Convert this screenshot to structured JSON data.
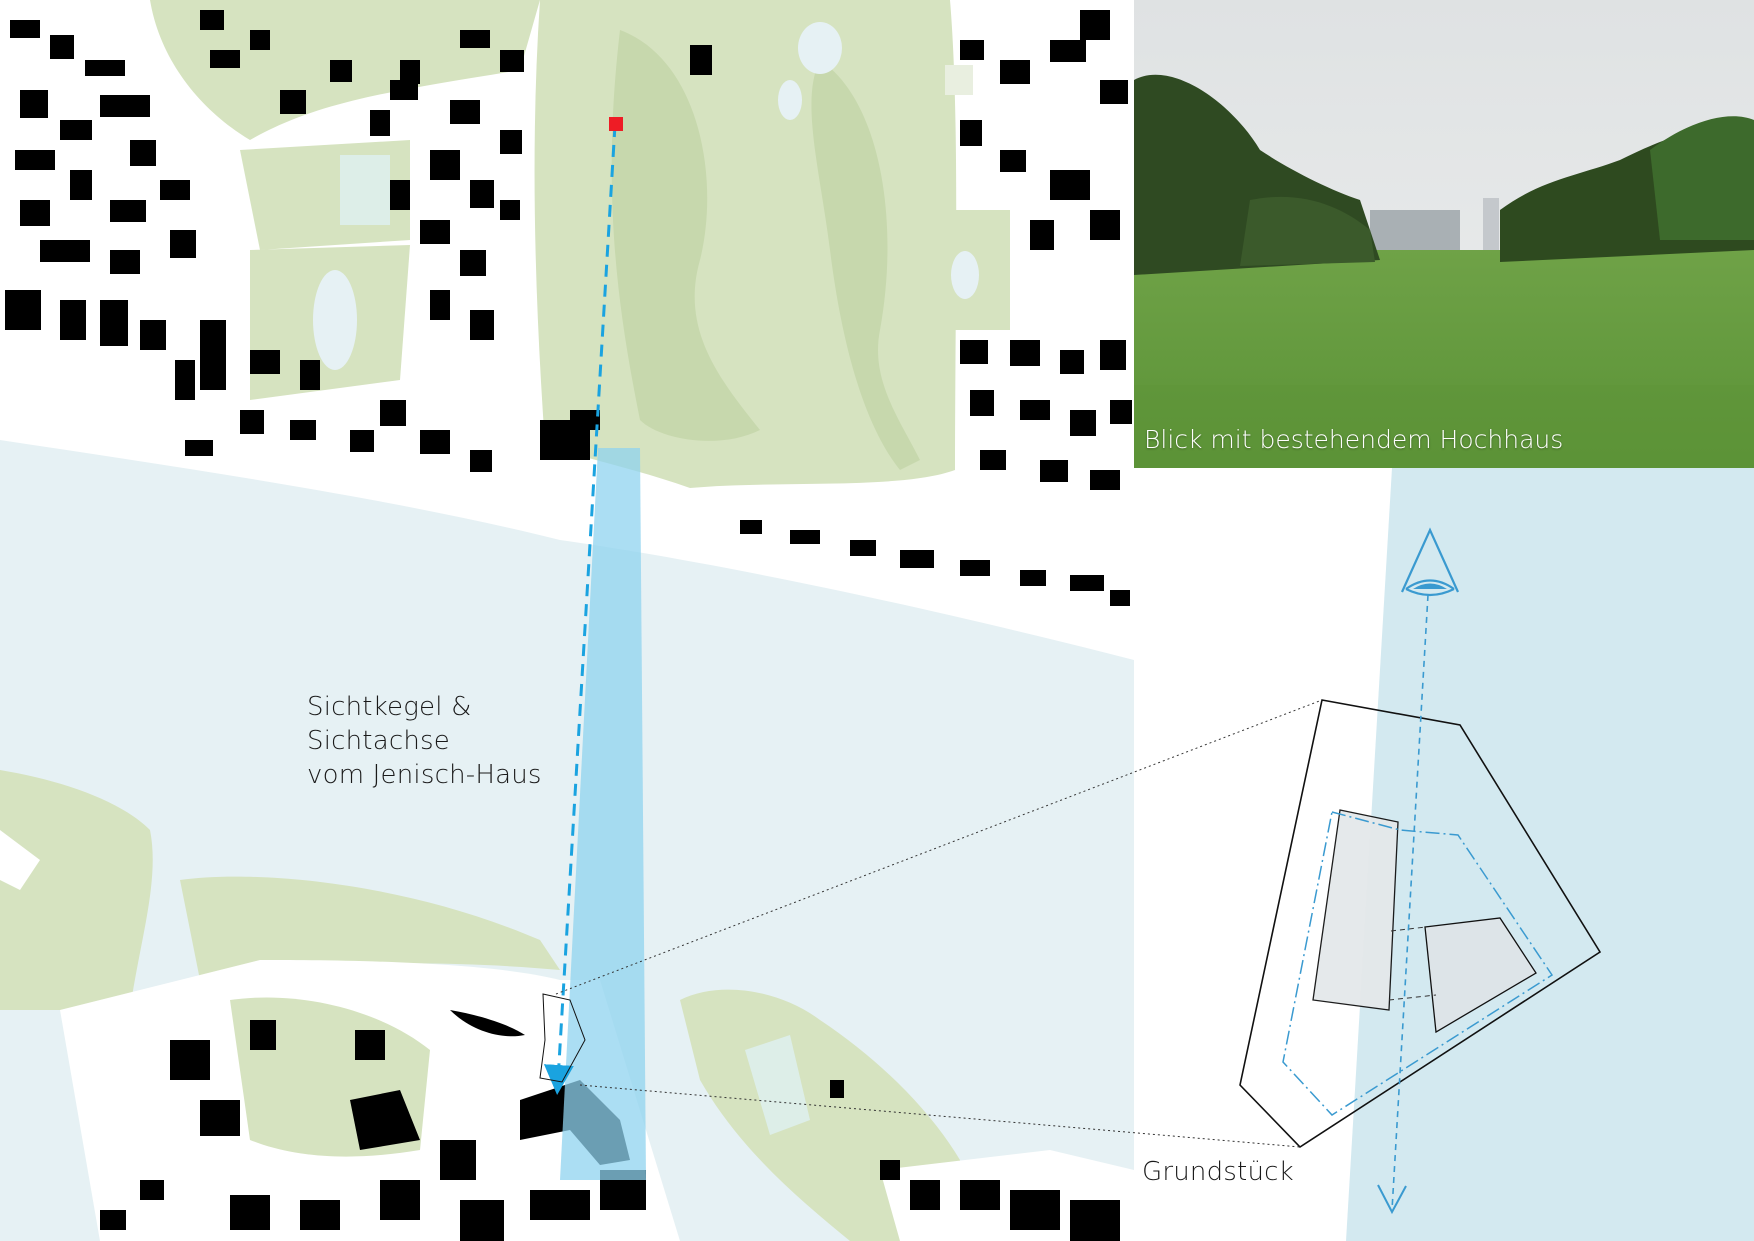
{
  "labels": {
    "cone_line1": "Sichtkegel &",
    "cone_line2": "Sichtachse",
    "cone_line3": "vom Jenisch-Haus",
    "plot": "Grundstück",
    "photo_caption": "Blick mit bestehendem Hochhaus"
  },
  "colors": {
    "water": "#e6f1f4",
    "park": "#d6e3c0",
    "park_dark": "#c7d8ad",
    "buildings": "#000000",
    "view_cone": "#8fd3ef",
    "sight_axis": "#1aa3e0",
    "viewpoint_marker": "#ee1c25",
    "inset_water": "#d3e9f0"
  },
  "icons": {
    "viewpoint": "red-square-marker",
    "eye": "eye-icon",
    "sight_arrow": "dashed-arrow"
  }
}
